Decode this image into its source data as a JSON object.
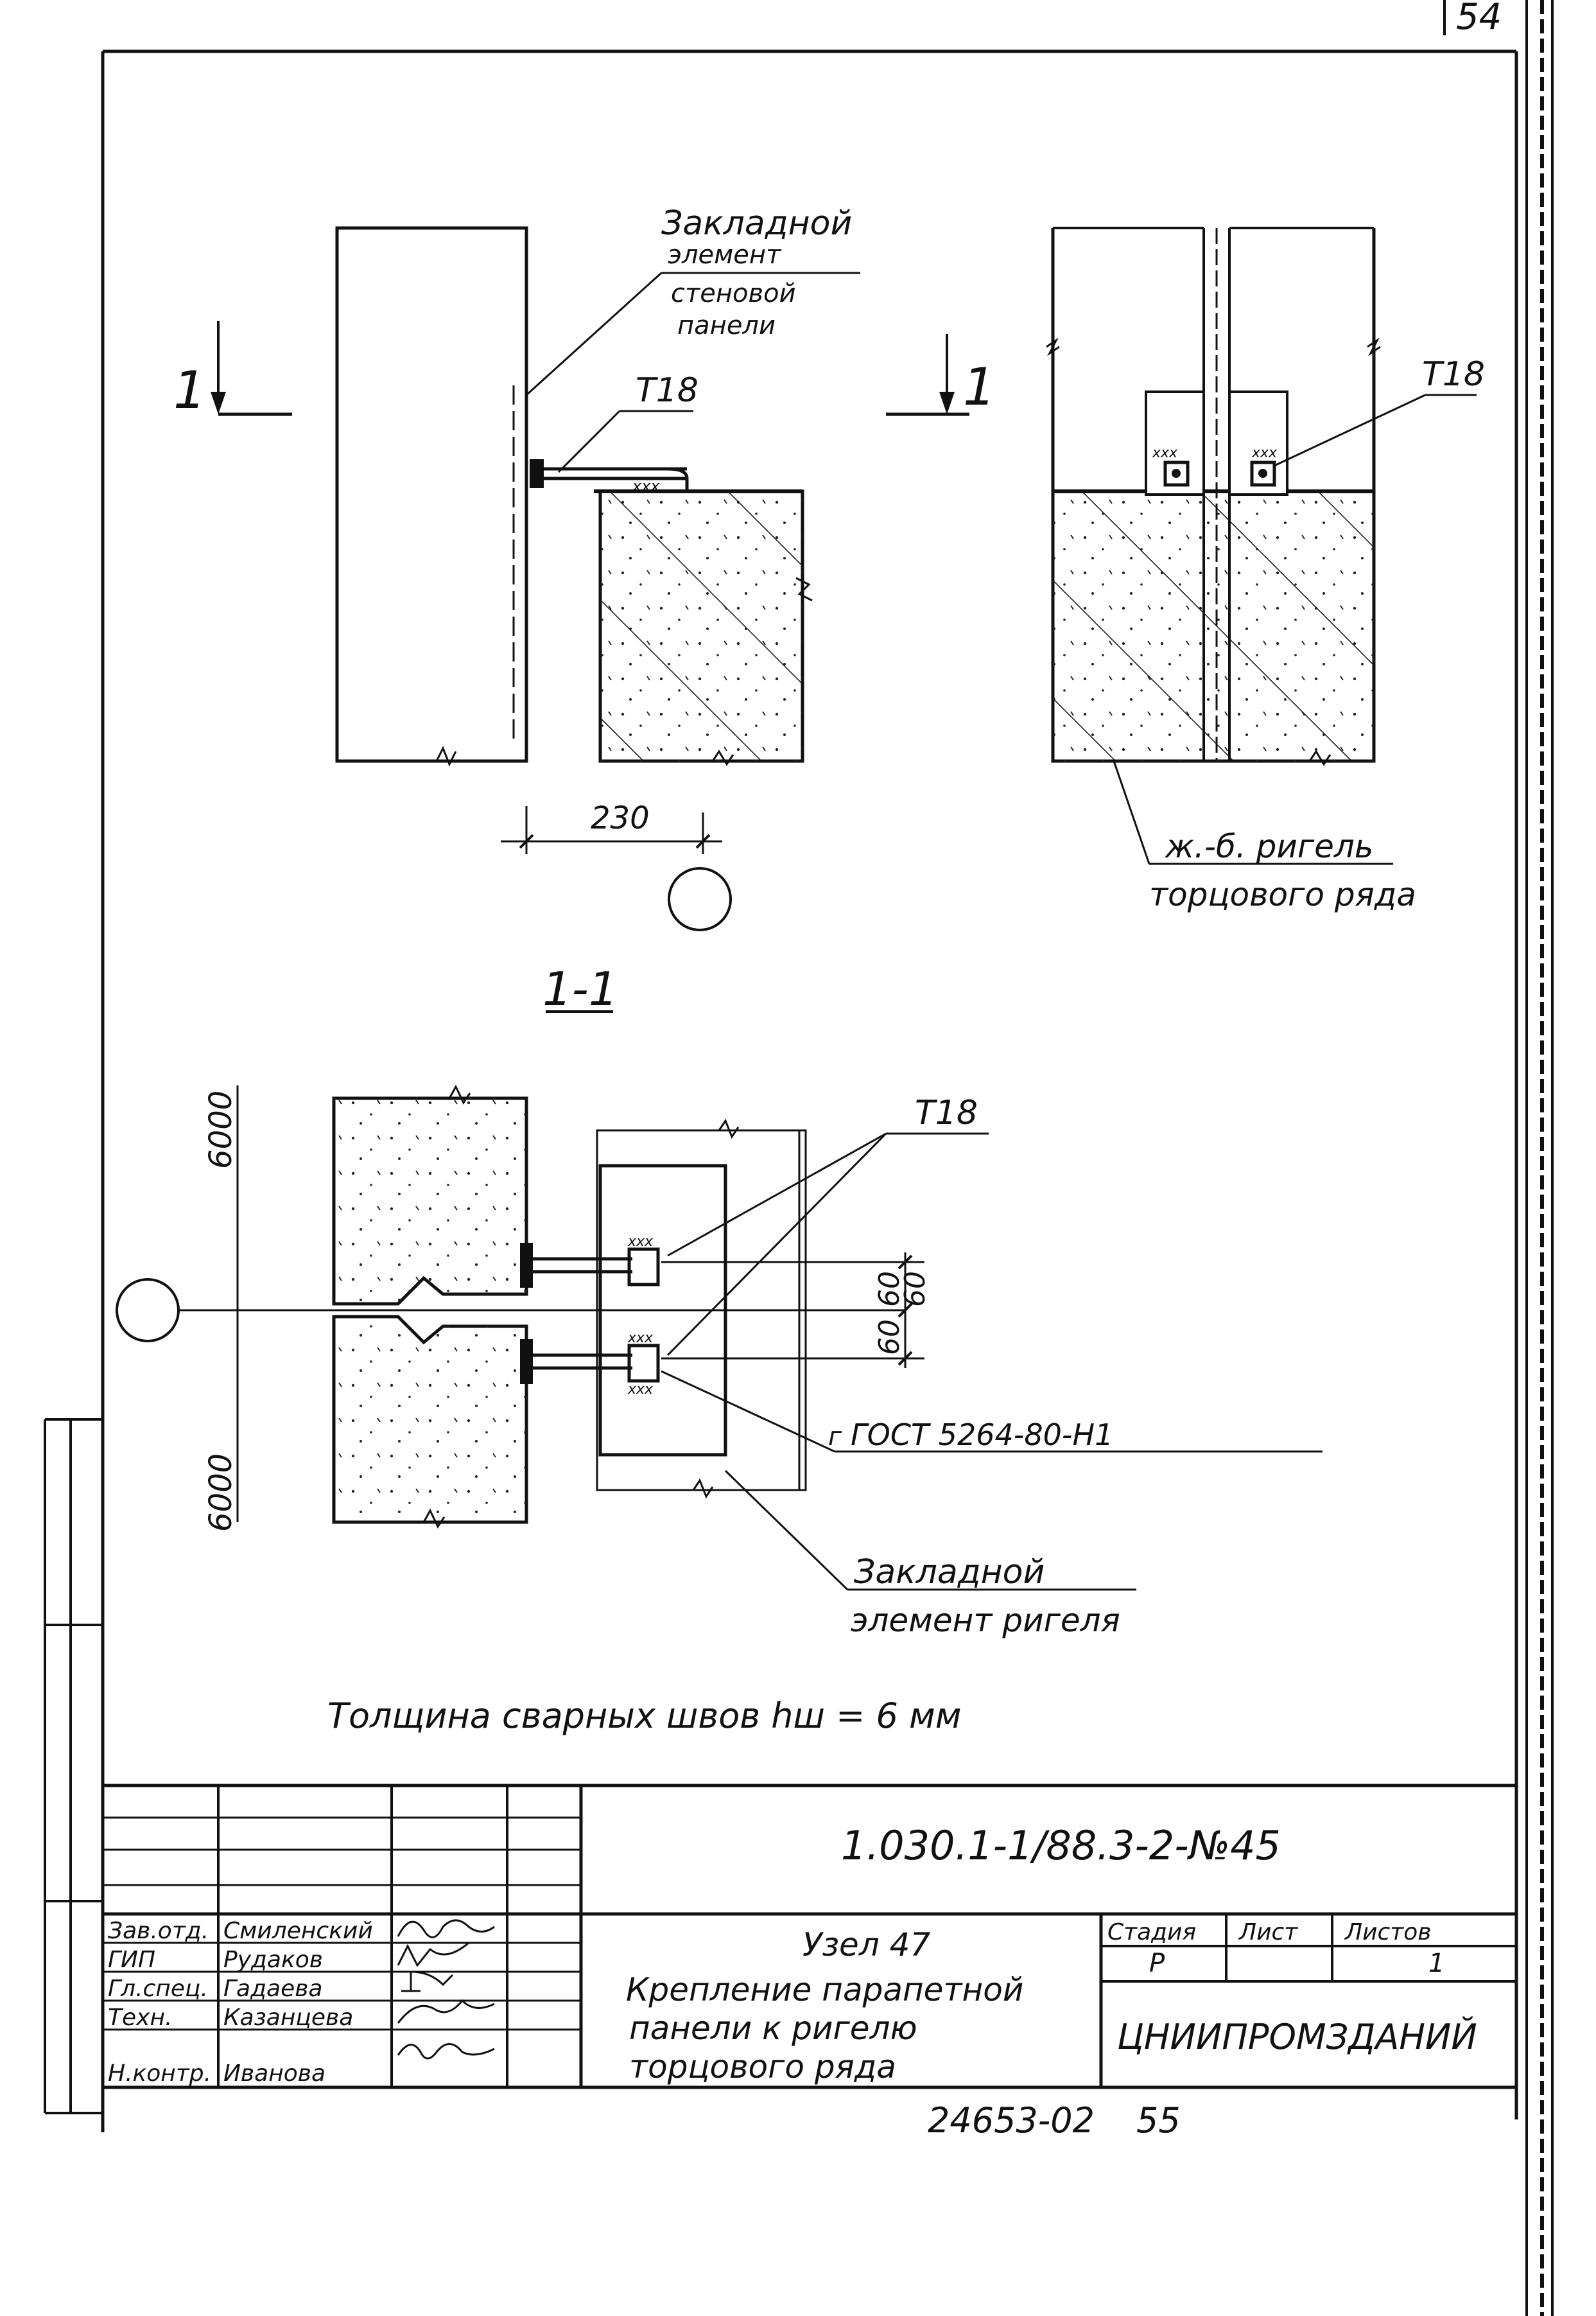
{
  "sheet": {
    "page_number": "54",
    "document_code": "1.030.1-1/88.3-2-№45",
    "bottom_stamp": "24653-02",
    "bottom_stamp_number": "55",
    "welding_note": "Толщина сварных швов hш = 6 мм"
  },
  "view_left": {
    "embedded_label_line1": "Закладной",
    "embedded_label_line2": "элемент",
    "embedded_label_line3": "стеновой",
    "embedded_label_line4": "панели",
    "weld_label": "T18",
    "dimension": "230",
    "section_mark": "1"
  },
  "view_right": {
    "weld_label": "T18",
    "section_mark": "1",
    "beam_label_line1": "ж.-б. ригель",
    "beam_label_line2": "торцового ряда"
  },
  "section_view": {
    "title": "1-1",
    "weld_label": "T18",
    "dim_top": "6000",
    "dim_bottom": "6000",
    "dim_60a": "60",
    "dim_60b": "60",
    "dim_60c": "60",
    "gost_label": "ГОСТ 5264-80-Н1",
    "gost_prefix": "г",
    "embedded_label_line1": "Закладной",
    "embedded_label_line2": "элемент ригеля"
  },
  "title_block": {
    "title_line1": "Узел 47",
    "title_line2": "Крепление парапетной",
    "title_line3": "панели к ригелю",
    "title_line4": "торцового ряда",
    "organization": "ЦНИИПРОМЗДАНИЙ",
    "stage_header": "Стадия",
    "sheet_header": "Лист",
    "sheets_header": "Листов",
    "stage_value": "Р",
    "sheets_value": "1",
    "staff": [
      {
        "role": "Зав.отд.",
        "name": "Смиленский"
      },
      {
        "role": "ГИП",
        "name": "Рудаков"
      },
      {
        "role": "Гл.спец.",
        "name": "Гадаева"
      },
      {
        "role": "Техн.",
        "name": "Казанцева"
      },
      {
        "role": "Н.контр.",
        "name": "Иванова"
      }
    ]
  }
}
